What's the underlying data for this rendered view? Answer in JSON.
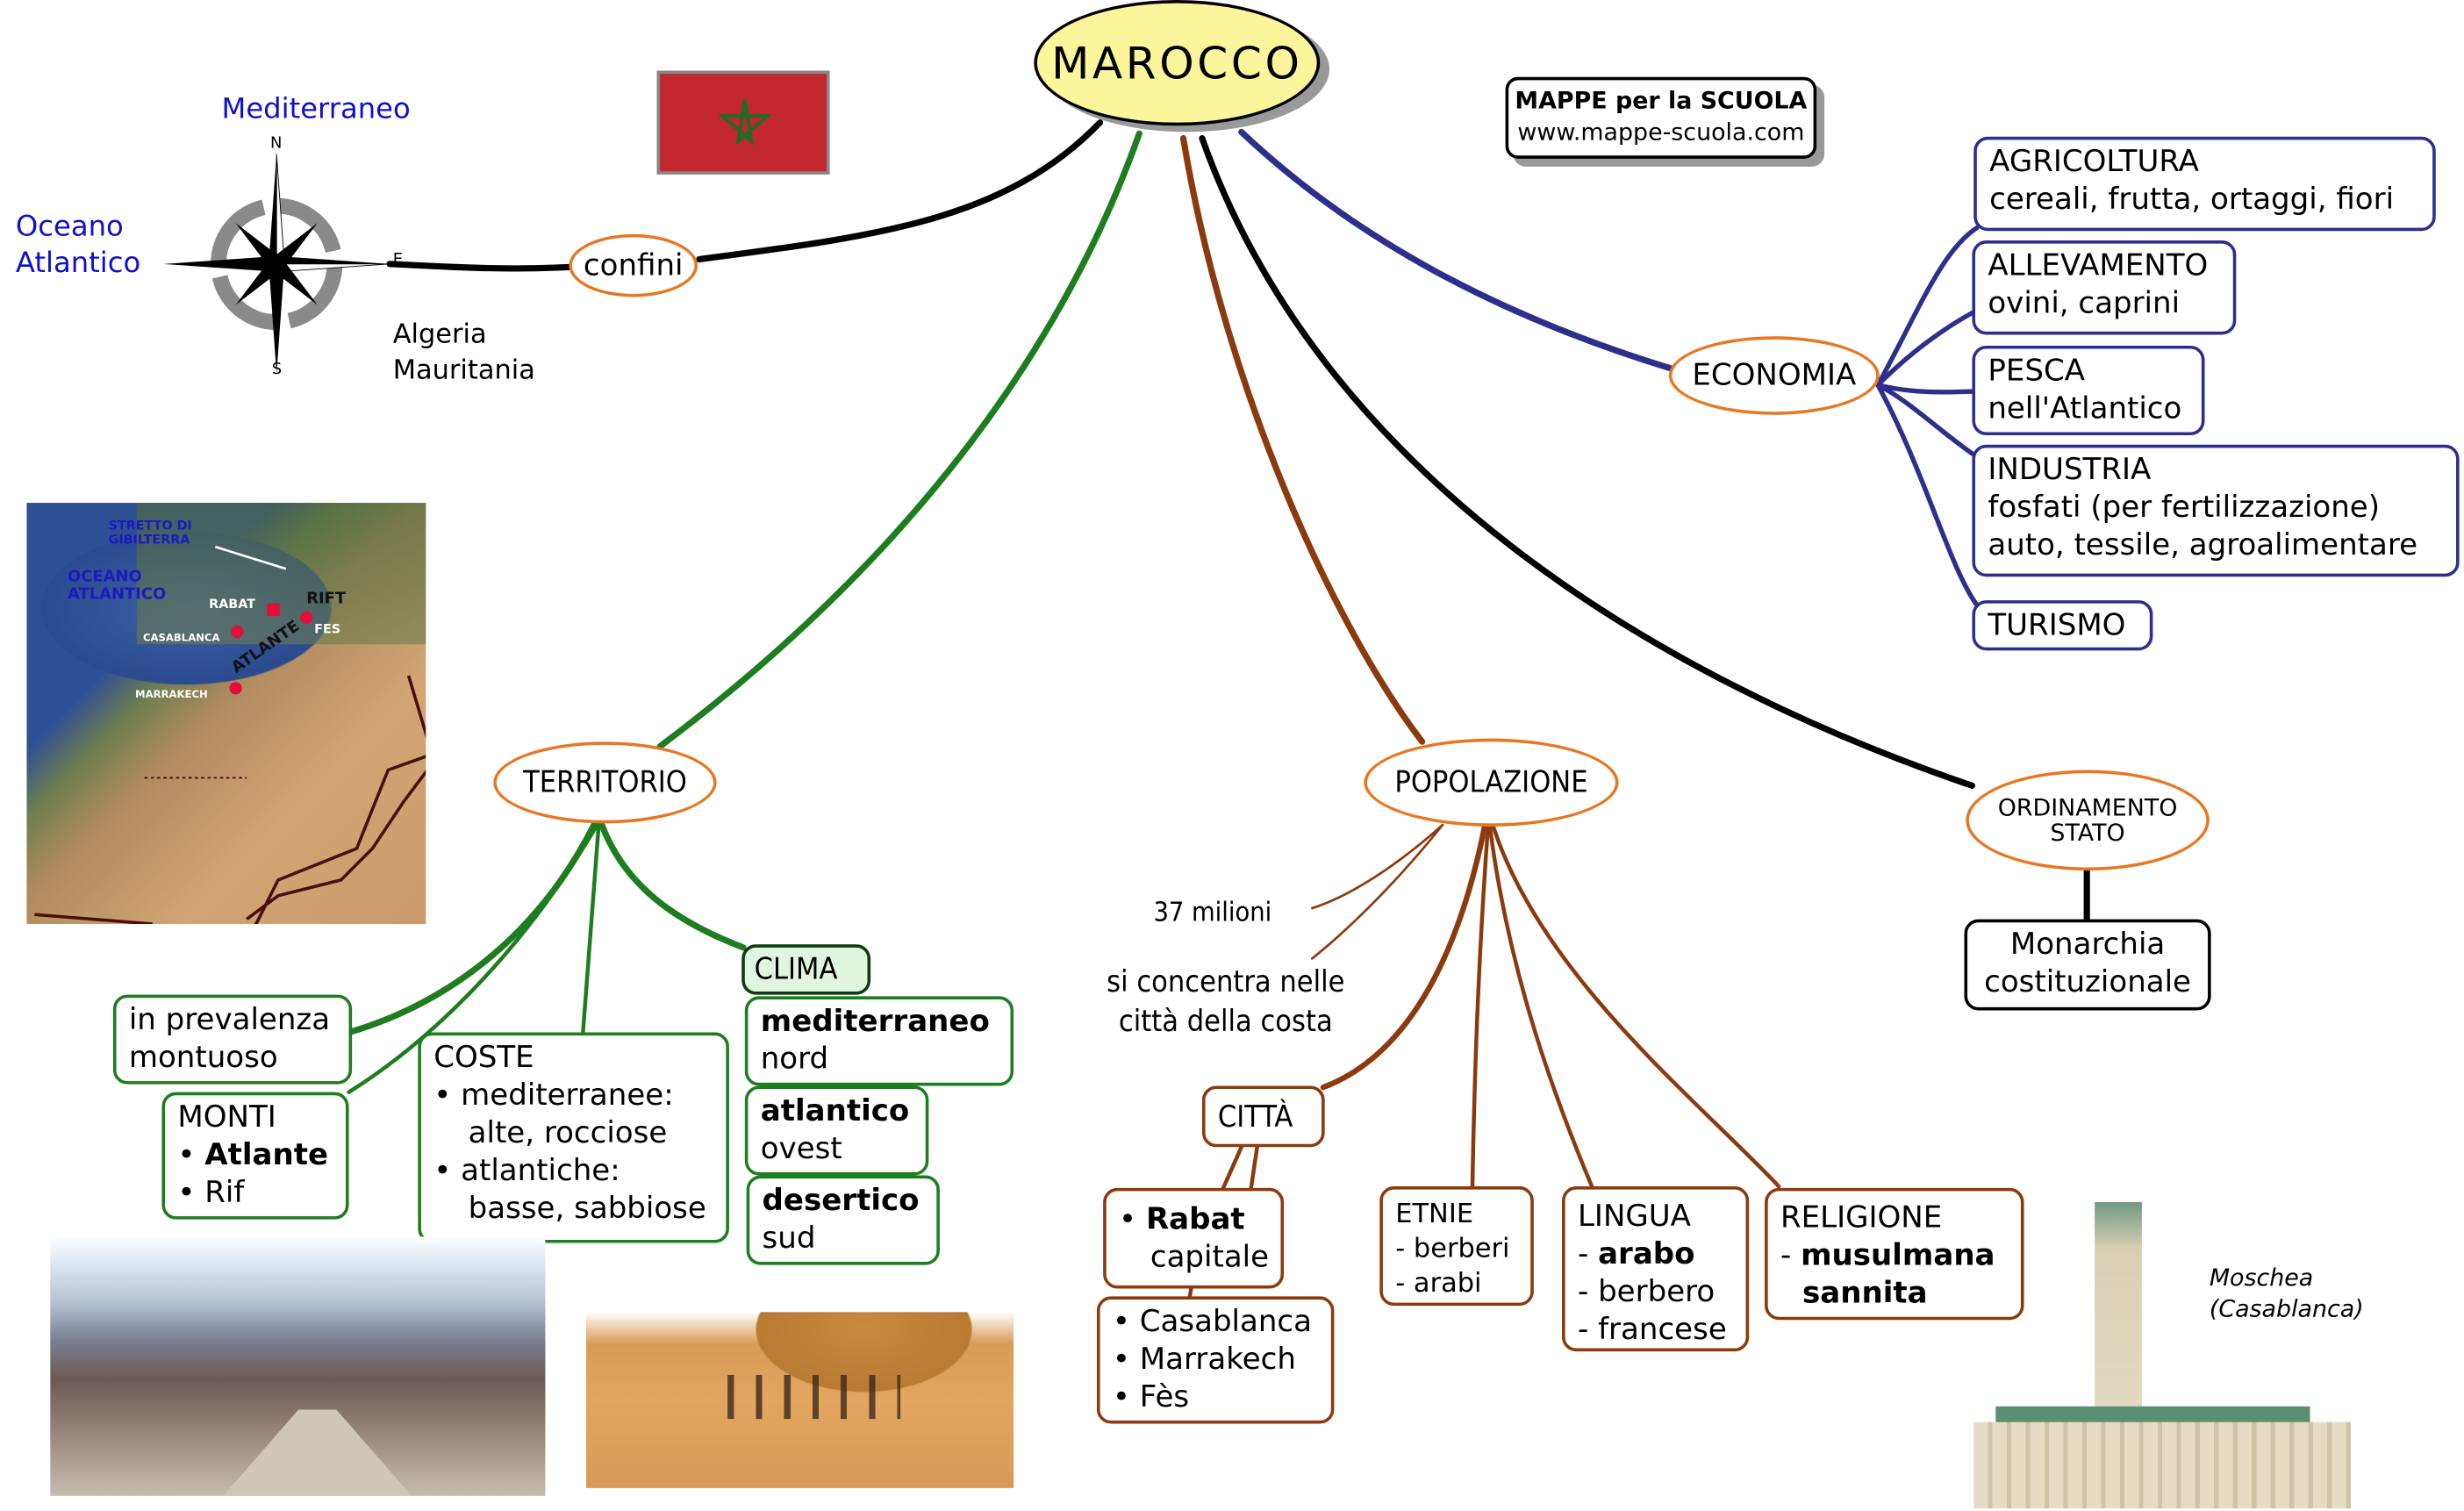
{
  "title": "MAROCCO",
  "branding": {
    "line1": "MAPPE per la SCUOLA",
    "line2": "www.mappe-scuola.com"
  },
  "colors": {
    "territorio": "#1e7d1e",
    "popolazione": "#8b3a0e",
    "economia": "#2e2e8c",
    "node_border": "#e87722",
    "title_fill": "#fbf59b",
    "flag_red": "#c1272d",
    "flag_star": "#1f6b2a"
  },
  "compass": {
    "north": "N",
    "south": "S",
    "east": "E",
    "sea_north": "Mediterraneo",
    "sea_west_line1": "Oceano",
    "sea_west_line2": "Atlantico"
  },
  "confini": {
    "label": "confini",
    "neighbors": [
      "Algeria",
      "Mauritania"
    ]
  },
  "map": {
    "labels": {
      "strait_line1": "STRETTO DI",
      "strait_line2": "GIBILTERRA",
      "ocean_line1": "OCEANO",
      "ocean_line2": "ATLANTICO",
      "rabat": "RABAT",
      "casablanca": "CASABLANCA",
      "fes": "FES",
      "marrakech": "MARRAKECH",
      "rift": "RIFT",
      "atlante": "ATLANTE"
    }
  },
  "territorio": {
    "label": "TERRITORIO",
    "prevalenza": [
      "in prevalenza",
      "montuoso"
    ],
    "monti": {
      "title": "MONTI",
      "items": [
        "Atlante",
        "Rif"
      ]
    },
    "coste": {
      "title": "COSTE",
      "items": [
        {
          "name": "mediterranee:",
          "desc": "alte, rocciose"
        },
        {
          "name": "atlantiche:",
          "desc": "basse, sabbiose"
        }
      ]
    },
    "clima": {
      "title": "CLIMA",
      "items": [
        {
          "type": "mediterraneo",
          "where": "nord"
        },
        {
          "type": "atlantico",
          "where": "ovest"
        },
        {
          "type": "desertico",
          "where": "sud"
        }
      ]
    }
  },
  "popolazione": {
    "label": "POPOLAZIONE",
    "count": "37 milioni",
    "concentration": [
      "si concentra nelle",
      "città della costa"
    ],
    "citta": {
      "title": "CITTÀ",
      "capital": "Rabat",
      "capital_note": "capitale",
      "others": [
        "Casablanca",
        "Marrakech",
        "Fès"
      ]
    },
    "etnie": {
      "title": "ETNIE",
      "items": [
        "berberi",
        "arabi"
      ]
    },
    "lingua": {
      "title": "LINGUA",
      "items": [
        "arabo",
        "berbero",
        "francese"
      ]
    },
    "religione": {
      "title": "RELIGIONE",
      "items": [
        "musulmana",
        "sannita"
      ]
    }
  },
  "economia": {
    "label": "ECONOMIA",
    "sectors": [
      {
        "name": "AGRICOLTURA",
        "details": [
          "cereali, frutta, ortaggi, fiori"
        ]
      },
      {
        "name": "ALLEVAMENTO",
        "details": [
          "ovini, caprini"
        ]
      },
      {
        "name": "PESCA",
        "details": [
          "nell'Atlantico"
        ]
      },
      {
        "name": "INDUSTRIA",
        "details": [
          "fosfati (per fertilizzazione)",
          "auto, tessile, agroalimentare"
        ]
      },
      {
        "name": "TURISMO",
        "details": []
      }
    ]
  },
  "ordinamento": {
    "label_line1": "ORDINAMENTO",
    "label_line2": "STATO",
    "value_line1": "Monarchia",
    "value_line2": "costituzionale"
  },
  "mosque": {
    "caption_line1": "Moschea",
    "caption_line2": "(Casablanca)"
  }
}
